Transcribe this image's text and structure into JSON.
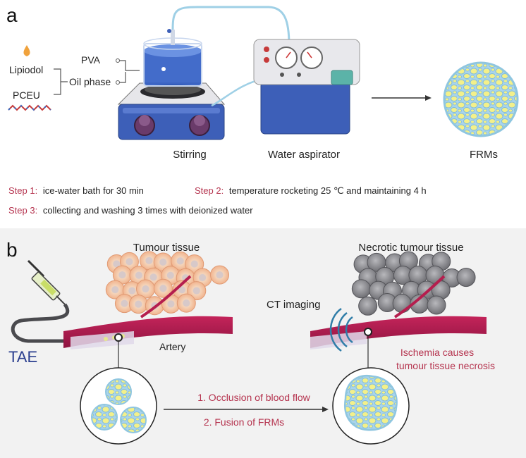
{
  "panel_a": {
    "label": "a",
    "inputs": {
      "lipiodol": "Lipiodol",
      "pceu": "PCEU",
      "oil_phase": "Oil phase",
      "pva": "PVA"
    },
    "equipment": {
      "stirring": "Stirring",
      "aspirator": "Water aspirator",
      "product": "FRMs"
    },
    "steps": [
      {
        "tag": "Step 1:",
        "text": "ice-water bath for 30 min"
      },
      {
        "tag": "Step 2:",
        "text": "temperature rocketing 25 ℃ and maintaining 4 h"
      },
      {
        "tag": "Step 3:",
        "text": "collecting and washing 3 times with deionized water"
      }
    ]
  },
  "panel_b": {
    "label": "b",
    "tumour": "Tumour tissue",
    "necrotic": "Necrotic tumour tissue",
    "ct": "CT imaging",
    "artery": "Artery",
    "tae": "TAE",
    "ischemia": [
      "Ischemia causes",
      "tumour tissue necrosis"
    ],
    "arrow_1": "1. Occlusion of blood flow",
    "arrow_2": "2. Fusion of FRMs"
  },
  "colors": {
    "step_tag": "#b5344f",
    "artery": "#b51e4e",
    "ischemia_text": "#b5344f",
    "tae_text": "#2b3f8f",
    "panel_b_bg": "#f2f2f2",
    "microsphere_fill": "#f3f08a",
    "microsphere_border": "#8fc6e0"
  }
}
